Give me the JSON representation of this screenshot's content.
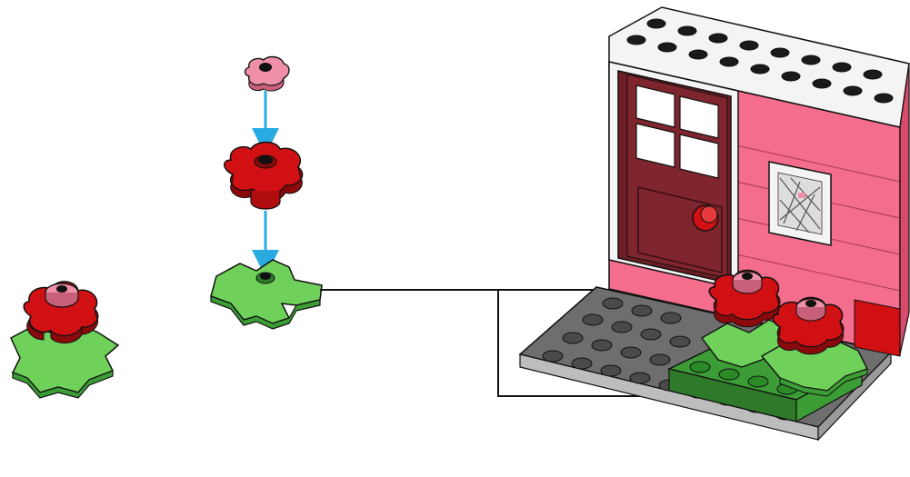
{
  "scene": {
    "kind": "lego-building-instruction-step",
    "components": [
      "finished-flower",
      "pink-round-plate",
      "red-flower-plate",
      "green-leaf-plate",
      "door-wall-module",
      "gray-baseplate",
      "green-brick-planter",
      "installed-flower-left",
      "installed-flower-right"
    ],
    "arrows": {
      "assembly_arrow_color": "#29abe2",
      "callout_arrow_color": "#111111",
      "callout_count": 2
    }
  },
  "colors": {
    "red": "#d01012",
    "red_dark": "#8a0a0b",
    "pink": "#f08fa8",
    "green": "#6fd15a",
    "green_dark": "#3c9c35",
    "gray_plate": "#6e6e6e",
    "gray_plate_light": "#bdbdbd",
    "wall_pink": "#f46d8c",
    "wall_pink_dark": "#d94b6c",
    "wall_red": "#d01012",
    "door": "#6e1d24",
    "white_brick": "#f4f4f4"
  }
}
